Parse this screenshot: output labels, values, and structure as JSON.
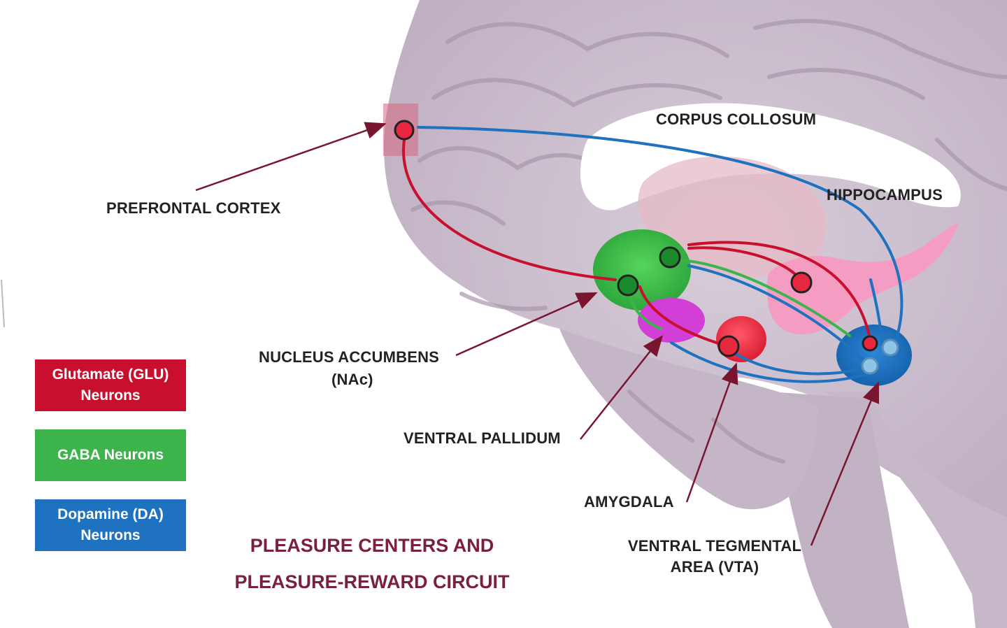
{
  "labels": {
    "prefrontal_cortex": "PREFRONTAL CORTEX",
    "corpus_collosum": "CORPUS COLLOSUM",
    "hippocampus": "HIPPOCAMPUS",
    "nucleus_accumbens_1": "NUCLEUS ACCUMBENS",
    "nucleus_accumbens_2": "(NAc)",
    "ventral_pallidum": "VENTRAL PALLIDUM",
    "amygdala": "AMYGDALA",
    "vta_1": "VENTRAL TEGMENTAL",
    "vta_2": "AREA (VTA)"
  },
  "legend": {
    "glutamate_1": "Glutamate (GLU)",
    "glutamate_2": "Neurons",
    "gaba": "GABA Neurons",
    "dopamine_1": "Dopamine (DA)",
    "dopamine_2": "Neurons"
  },
  "title": {
    "line1": "PLEASURE CENTERS AND",
    "line2": "PLEASURE-REWARD CIRCUIT"
  },
  "colors": {
    "glutamate": "#c8102e",
    "gaba": "#3cb44b",
    "dopamine": "#1f72bf",
    "title": "#7a1f3d",
    "pointer": "#7a1530",
    "brain": "#c9bccb"
  }
}
